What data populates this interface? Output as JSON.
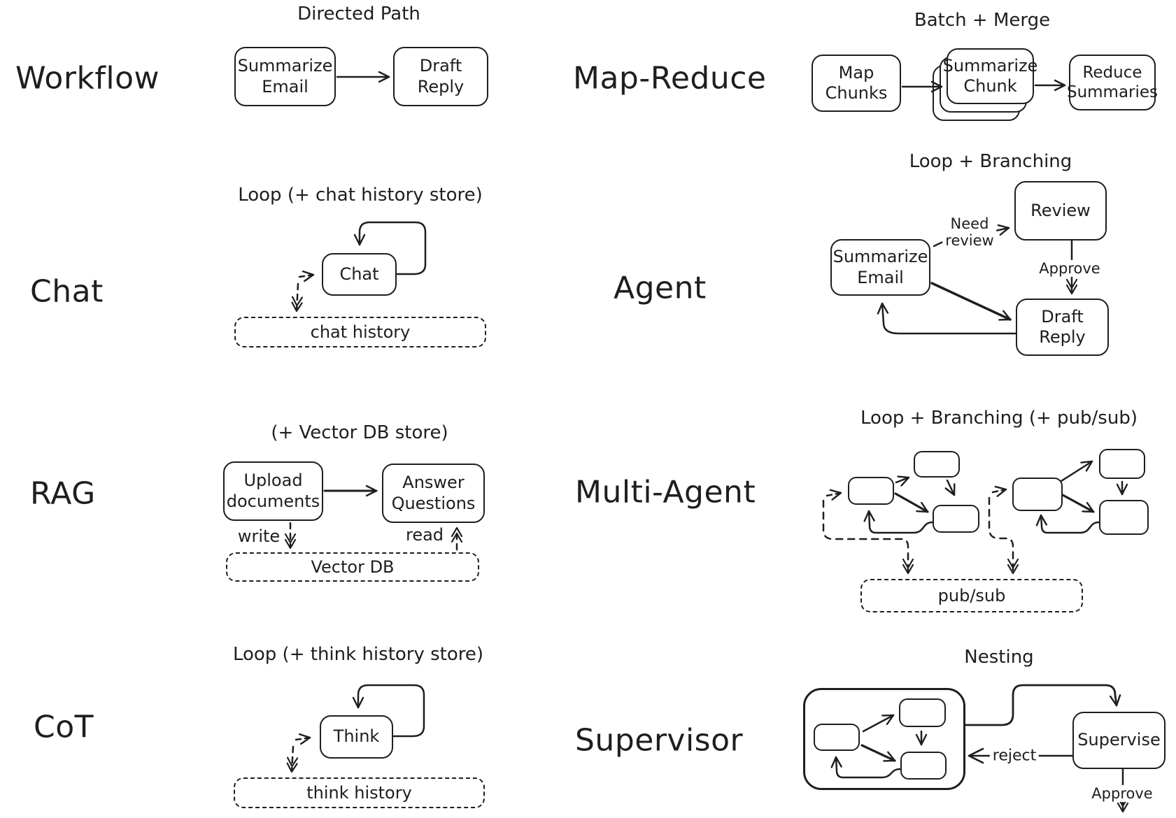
{
  "colors": {
    "ink": "#1e1e1e",
    "background": "#ffffff"
  },
  "sections": {
    "workflow": {
      "label": "Workflow",
      "title": "Directed Path",
      "nodes": {
        "summarize_email": "Summarize Email",
        "draft_reply": "Draft Reply"
      }
    },
    "map_reduce": {
      "label": "Map-Reduce",
      "title": "Batch + Merge",
      "nodes": {
        "map_chunks": "Map Chunks",
        "summarize_chunk": "Summarize Chunk",
        "reduce_summaries": "Reduce Summaries"
      }
    },
    "chat": {
      "label": "Chat",
      "title": "Loop (+ chat history store)",
      "nodes": {
        "chat": "Chat"
      },
      "store": "chat history"
    },
    "agent": {
      "label": "Agent",
      "title": "Loop + Branching",
      "nodes": {
        "summarize_email": "Summarize Email",
        "review": "Review",
        "draft_reply": "Draft Reply"
      },
      "edges": {
        "need_review_line1": "Need",
        "need_review_line2": "review",
        "approve": "Approve"
      }
    },
    "rag": {
      "label": "RAG",
      "title": "(+ Vector DB store)",
      "nodes": {
        "upload_documents": "Upload documents",
        "answer_questions": "Answer Questions"
      },
      "store": "Vector DB",
      "edges": {
        "write": "write",
        "read": "read"
      }
    },
    "multi_agent": {
      "label": "Multi-Agent",
      "title": "Loop + Branching (+ pub/sub)",
      "store": "pub/sub"
    },
    "cot": {
      "label": "CoT",
      "title": "Loop (+ think history store)",
      "nodes": {
        "think": "Think"
      },
      "store": "think history"
    },
    "supervisor": {
      "label": "Supervisor",
      "title": "Nesting",
      "nodes": {
        "supervise": "Supervise"
      },
      "edges": {
        "reject": "reject",
        "approve": "Approve"
      }
    }
  }
}
